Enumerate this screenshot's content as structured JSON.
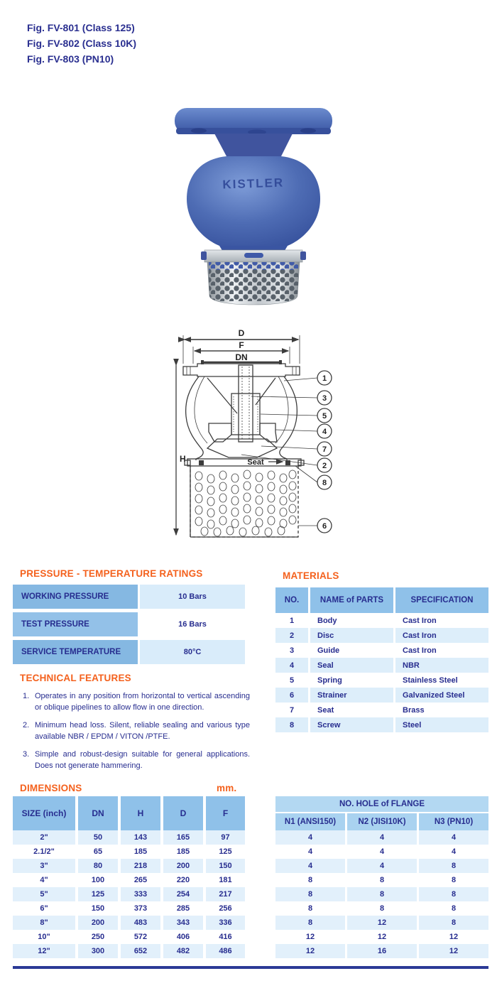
{
  "figures": {
    "items": [
      "Fig. FV-801  (Class 125)",
      "Fig. FV-802  (Class 10K)",
      "Fig. FV-803  (PN10)"
    ]
  },
  "photo": {
    "brand": "KISTLER"
  },
  "diagram": {
    "labels": {
      "d": "D",
      "f": "F",
      "dn": "DN",
      "h": "H",
      "seat": "Seat"
    },
    "callouts": [
      "1",
      "3",
      "5",
      "4",
      "7",
      "2",
      "8",
      "6"
    ]
  },
  "pressure": {
    "title": "PRESSURE - TEMPERATURE RATINGS",
    "rows": [
      {
        "label": "WORKING  PRESSURE",
        "value": "10 Bars"
      },
      {
        "label": "TEST  PRESSURE",
        "value": "16 Bars"
      },
      {
        "label": "SERVICE TEMPERATURE",
        "value": "80°C"
      }
    ]
  },
  "materials": {
    "title": "MATERIALS",
    "headers": [
      "NO.",
      "NAME of PARTS",
      "SPECIFICATION"
    ],
    "rows": [
      {
        "no": "1",
        "name": "Body",
        "spec": "Cast Iron"
      },
      {
        "no": "2",
        "name": "Disc",
        "spec": "Cast Iron"
      },
      {
        "no": "3",
        "name": "Guide",
        "spec": "Cast Iron"
      },
      {
        "no": "4",
        "name": "Seal",
        "spec": "NBR"
      },
      {
        "no": "5",
        "name": "Spring",
        "spec": "Stainless Steel"
      },
      {
        "no": "6",
        "name": "Strainer",
        "spec": "Galvanized Steel"
      },
      {
        "no": "7",
        "name": "Seat",
        "spec": "Brass"
      },
      {
        "no": "8",
        "name": "Screw",
        "spec": "Steel"
      }
    ]
  },
  "features": {
    "title": "TECHNICAL FEATURES",
    "items": [
      {
        "num": "1.",
        "text": "Operates in any position from horizontal to vertical ascending or oblique pipelines to allow flow in one direction."
      },
      {
        "num": "2.",
        "text": "Minimum head loss.  Silent,  reliable sealing and various type available NBR / EPDM / VITON /PTFE."
      },
      {
        "num": "3.",
        "text": "Simple and robust-design suitable for general applications. Does not generate hammering."
      }
    ]
  },
  "dimensions": {
    "title": "DIMENSIONS",
    "unit": "mm.",
    "headers": [
      "SIZE (inch)",
      "DN",
      "H",
      "D",
      "F"
    ],
    "rows": [
      {
        "size": "2\"",
        "dn": "50",
        "h": "143",
        "d": "165",
        "f": "97"
      },
      {
        "size": "2.1/2\"",
        "dn": "65",
        "h": "185",
        "d": "185",
        "f": "125"
      },
      {
        "size": "3\"",
        "dn": "80",
        "h": "218",
        "d": "200",
        "f": "150"
      },
      {
        "size": "4\"",
        "dn": "100",
        "h": "265",
        "d": "220",
        "f": "181"
      },
      {
        "size": "5\"",
        "dn": "125",
        "h": "333",
        "d": "254",
        "f": "217"
      },
      {
        "size": "6\"",
        "dn": "150",
        "h": "373",
        "d": "285",
        "f": "256"
      },
      {
        "size": "8\"",
        "dn": "200",
        "h": "483",
        "d": "343",
        "f": "336"
      },
      {
        "size": "10\"",
        "dn": "250",
        "h": "572",
        "d": "406",
        "f": "416"
      },
      {
        "size": "12\"",
        "dn": "300",
        "h": "652",
        "d": "482",
        "f": "486"
      }
    ]
  },
  "flange": {
    "title": "NO. HOLE of FLANGE",
    "headers": [
      "N1 (ANSI150)",
      "N2 (JISI10K)",
      "N3 (PN10)"
    ],
    "rows": [
      {
        "n1": "4",
        "n2": "4",
        "n3": "4"
      },
      {
        "n1": "4",
        "n2": "4",
        "n3": "4"
      },
      {
        "n1": "4",
        "n2": "4",
        "n3": "8"
      },
      {
        "n1": "8",
        "n2": "8",
        "n3": "8"
      },
      {
        "n1": "8",
        "n2": "8",
        "n3": "8"
      },
      {
        "n1": "8",
        "n2": "8",
        "n3": "8"
      },
      {
        "n1": "8",
        "n2": "12",
        "n3": "8"
      },
      {
        "n1": "12",
        "n2": "12",
        "n3": "12"
      },
      {
        "n1": "12",
        "n2": "16",
        "n3": "12"
      }
    ]
  },
  "colors": {
    "navy_text": "#272d8f",
    "orange_heading": "#f4611d",
    "table_header_blue": "#8fc1e9",
    "pressure_label_blue": "#85b8e2",
    "light_row_blue": "#e2f0fb",
    "rule_navy": "#2b3a96",
    "valve_body_blue": "#4a68b2"
  }
}
